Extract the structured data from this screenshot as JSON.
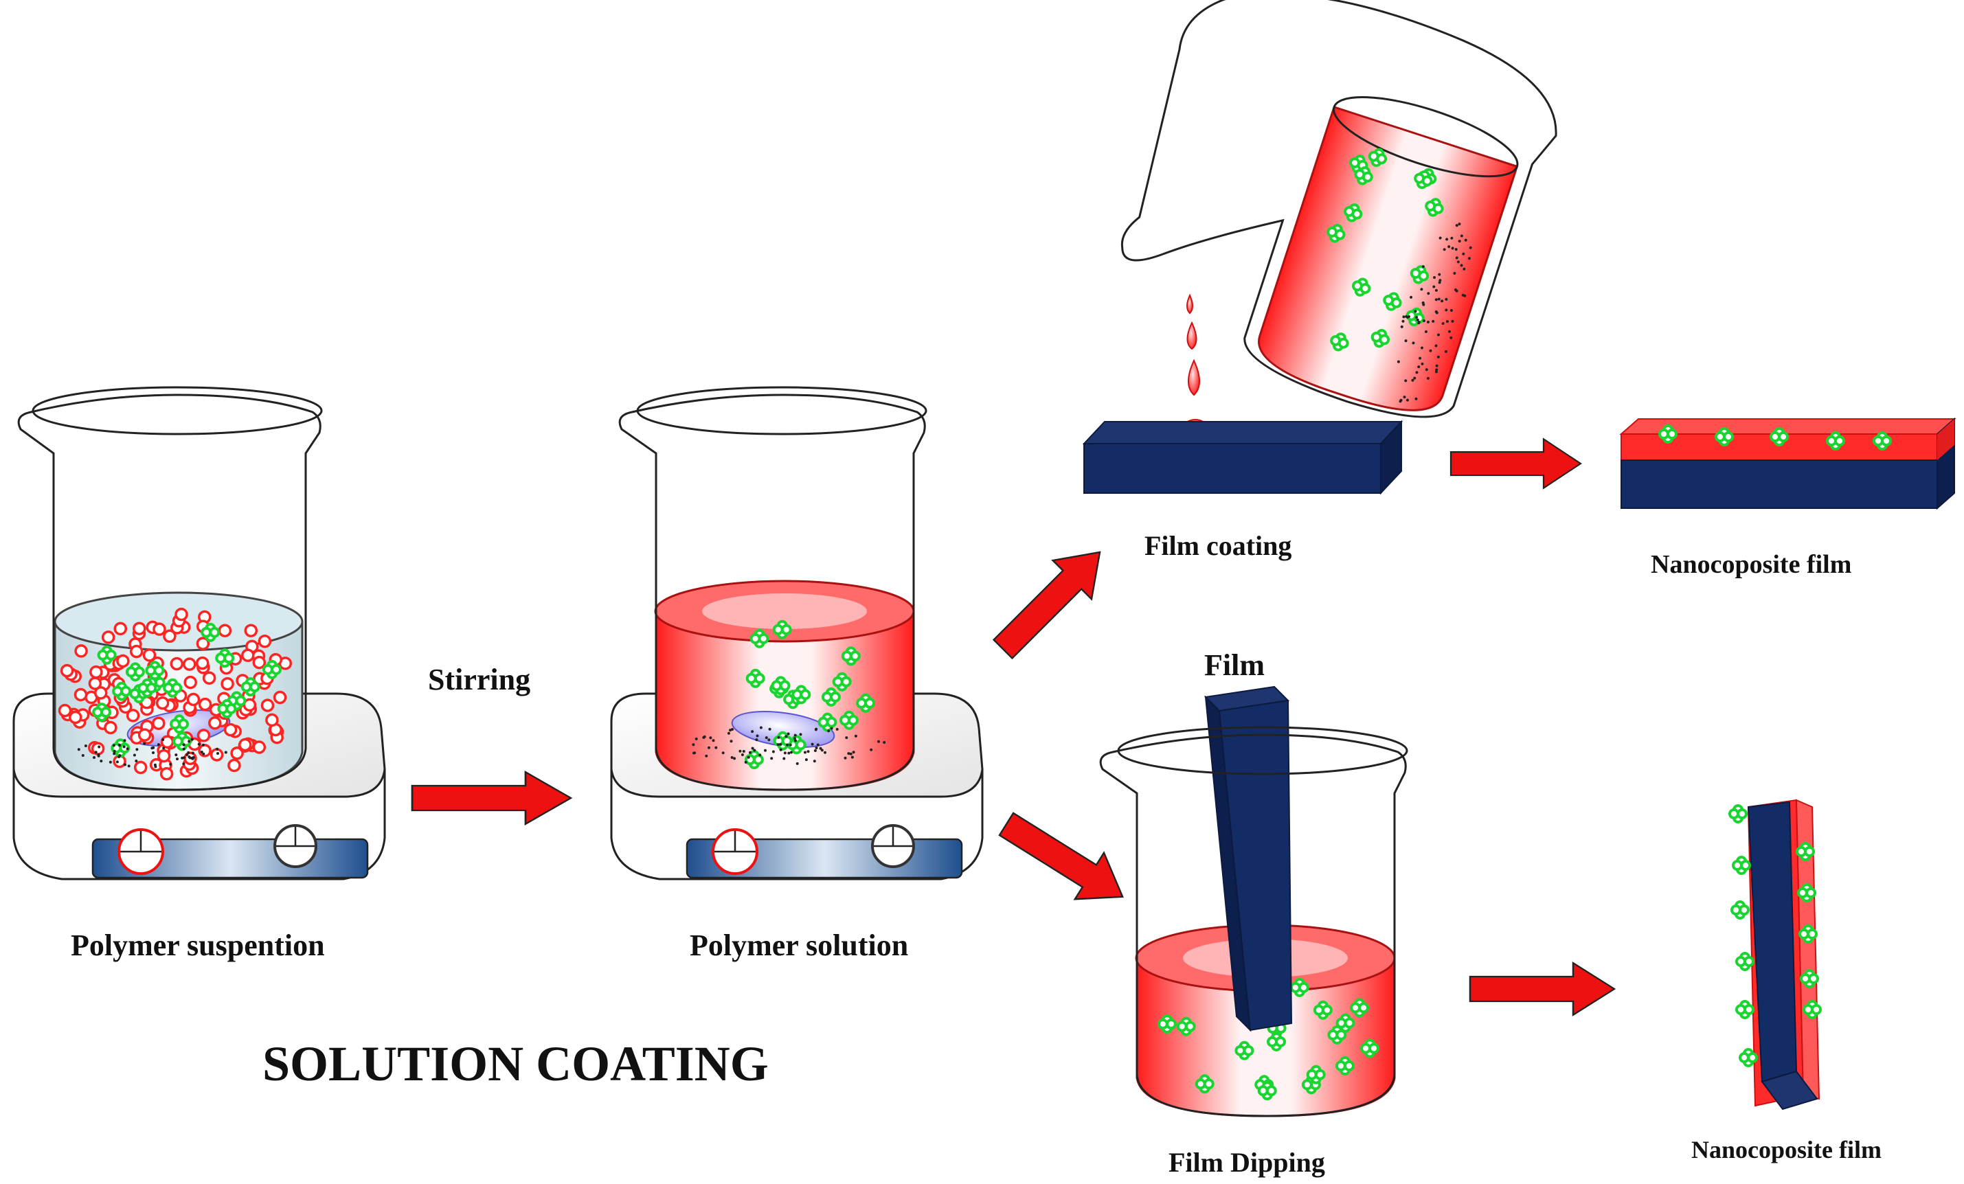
{
  "title": "SOLUTION COATING",
  "labels": {
    "polymer_suspension": "Polymer suspention",
    "stirring": "Stirring",
    "polymer_solution": "Polymer solution",
    "film_coating": "Film coating",
    "nanocomposite_top": "Nanocoposite film",
    "film": "Film",
    "film_dipping": "Film Dipping",
    "nanocomposite_bottom": "Nanocoposite film"
  },
  "colors": {
    "solution_red": "#ff2020",
    "substrate_navy": "#132a5e",
    "arrow_red": "#ee1111",
    "particle_green": "#22dd33",
    "stir_bar": "#b7b4f5",
    "hotplate_panel": "#2a62a8"
  }
}
